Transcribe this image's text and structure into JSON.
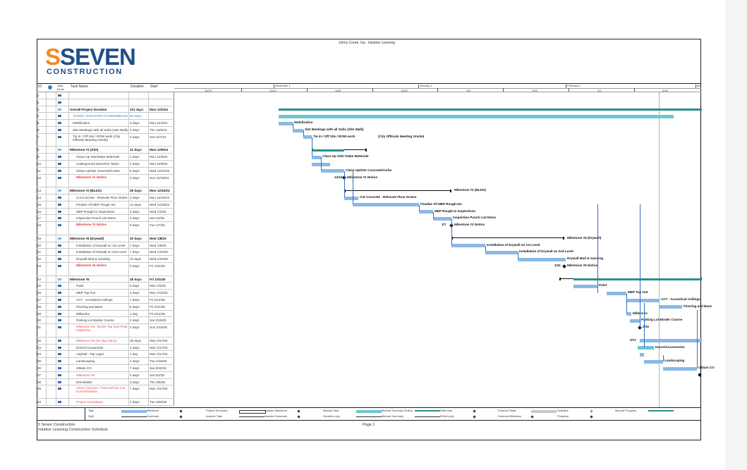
{
  "header": {
    "project_title": "Johns Creek, Ga - Intuitive Learning"
  },
  "logo": {
    "line1": "SEVEN",
    "line2": "CONSTRUCTION",
    "accent": "#f08a24",
    "brand": "#1f4f8a"
  },
  "columns": {
    "id": "ID",
    "indicators": "i",
    "mode": "Task Mode",
    "name": "Task Name",
    "duration": "Duration",
    "start": "Start"
  },
  "timescale": {
    "months": [
      "December 1",
      "January 1",
      "February 1",
      "Ma"
    ],
    "weeks": [
      "11/10",
      "11/24",
      "12/8",
      "12/22",
      "1/5",
      "1/19",
      "2/2",
      "2/16"
    ]
  },
  "tasks": [
    {
      "id": "1",
      "name": "",
      "duration": "",
      "start": "",
      "style": ""
    },
    {
      "id": "2",
      "name": "",
      "duration": "",
      "start": "",
      "style": ""
    },
    {
      "id": "3",
      "name": "Overall Project Duration",
      "duration": "101 days",
      "start": "Mon 12/2/24",
      "style": "bold"
    },
    {
      "id": "4",
      "name": "CONST. DURATION TO DEMOBILIZE",
      "duration": "90 days",
      "start": "",
      "style": "blue"
    },
    {
      "id": "5",
      "name": "Mobilization",
      "duration": "3 days",
      "start": "Mon 12/2/24",
      "style": "i1"
    },
    {
      "id": "6",
      "name": "Site Meetings with all Subs (Site Walk)",
      "duration": "2 days",
      "start": "Thu 12/5/24",
      "style": "i1"
    },
    {
      "id": "7",
      "name": "Tie In / Off Site / ROW work (City Officials Meeting Onsite)",
      "duration": "2 days",
      "start": "Sat 12/7/24",
      "style": "i1"
    },
    {
      "id": "8",
      "name": "Milestone #1 (Site)",
      "duration": "12 days",
      "start": "Mon 12/9/24",
      "style": "bold"
    },
    {
      "id": "9",
      "name": "Clean Up Site/Stake Materials",
      "duration": "2 days",
      "start": "Mon 12/9/24",
      "style": "i2"
    },
    {
      "id": "10",
      "name": "Underground Detection Tanks",
      "duration": "4 days",
      "start": "Mon 12/9/24",
      "style": "i2"
    },
    {
      "id": "11",
      "name": "Clean Up/Site Concrete/Curbs",
      "duration": "5 days",
      "start": "Wed 12/11/24",
      "style": "i2"
    },
    {
      "id": "12",
      "name": "Milestone #1 Notice",
      "duration": "0 days",
      "start": "Sun 12/15/24",
      "style": "red"
    },
    {
      "id": "13",
      "name": "Milestone #2 (BLDG)",
      "duration": "28 days",
      "start": "Mon 12/16/24",
      "style": "bold"
    },
    {
      "id": "14",
      "name": "Cut Concrete - Relocate Floor Drains",
      "duration": "3 days",
      "start": "Mon 12/16/24",
      "style": "i2"
    },
    {
      "id": "15",
      "name": "Finalize All MEP Rough-Ins",
      "duration": "14 days",
      "start": "Wed 12/18/24",
      "style": "i2"
    },
    {
      "id": "16",
      "name": "MEP Rough-In Inspections",
      "duration": "3 days",
      "start": "Wed 1/1/25",
      "style": "i2"
    },
    {
      "id": "17",
      "name": "Inspection Punch List Items",
      "duration": "4 days",
      "start": "Sat 1/4/25",
      "style": "i2"
    },
    {
      "id": "18",
      "name": "Milestone #2 Notice",
      "duration": "0 days",
      "start": "Tue 1/7/25",
      "style": "red"
    },
    {
      "id": "19",
      "name": "Milestone #6 (Drywall)",
      "duration": "20 days",
      "start": "Wed 1/8/25",
      "style": "bold"
    },
    {
      "id": "20",
      "name": "Installation of Drywall on 1st Level",
      "duration": "7 days",
      "start": "Wed 1/8/25",
      "style": "i2"
    },
    {
      "id": "21",
      "name": "Installation of Drywall on 2nd Level",
      "duration": "7 days",
      "start": "Wed 1/15/25",
      "style": "i2"
    },
    {
      "id": "22",
      "name": "Drywall Mud & Sanding",
      "duration": "10 days",
      "start": "Wed 1/22/25",
      "style": "i2"
    },
    {
      "id": "23",
      "name": "Milestone #6 Notice",
      "duration": "0 days",
      "start": "Fri 1/31/25",
      "style": "red"
    },
    {
      "id": "24",
      "name": "Milestone #5",
      "duration": "28 days",
      "start": "Fri 1/31/25",
      "style": "bold"
    },
    {
      "id": "25",
      "name": "Paint",
      "duration": "5 days",
      "start": "Mon 2/3/25",
      "style": "i2"
    },
    {
      "id": "26",
      "name": "MEP Top Out",
      "duration": "4 days",
      "start": "Mon 2/10/25",
      "style": "i2"
    },
    {
      "id": "27",
      "name": "ACT - Acoustical Ceilings",
      "duration": "7 days",
      "start": "Fri 2/14/25",
      "style": "i2"
    },
    {
      "id": "28",
      "name": "Flooring and Base",
      "duration": "5 days",
      "start": "Fri 2/21/25",
      "style": "i2"
    },
    {
      "id": "29",
      "name": "Millworks",
      "duration": "1 day",
      "start": "Fri 2/14/25",
      "style": "i2"
    },
    {
      "id": "30",
      "name": "Parking Lot Binder Course",
      "duration": "2 days",
      "start": "Sat 2/15/25",
      "style": "i2"
    },
    {
      "id": "31",
      "name": "Milestone #8 - BLDG Top Out/ Final Inspection",
      "duration": "0 days",
      "start": "Sun 2/16/25",
      "style": "redn"
    },
    {
      "id": "32",
      "name": "Milestone #8 (28 day notice)",
      "duration": "28 days",
      "start": "Mon 2/17/25",
      "style": "redn"
    },
    {
      "id": "33",
      "name": "Doors/Accessories",
      "duration": "4 days",
      "start": "Mon 2/17/25",
      "style": "i2"
    },
    {
      "id": "34",
      "name": "Asphalt - Top Layer",
      "duration": "1 day",
      "start": "Mon 2/17/25",
      "style": "i2"
    },
    {
      "id": "35",
      "name": "Landscaping",
      "duration": "4 days",
      "start": "Tue 2/18/25",
      "style": "i2"
    },
    {
      "id": "36",
      "name": "Obtain CO",
      "duration": "7 days",
      "start": "Sat 2/22/25",
      "style": "i2"
    },
    {
      "id": "37",
      "name": "Milestone #9",
      "duration": "0 days",
      "start": "Sat 3/1/25",
      "style": "redn"
    },
    {
      "id": "38",
      "name": "Demobilize",
      "duration": "3 days",
      "start": "Thu 3/6/25",
      "style": "i2"
    },
    {
      "id": "39",
      "name": "Client Turnover / Fixture/Floor Out Door/Windows",
      "duration": "7 days",
      "start": "Mon 3/17/25",
      "style": "redn"
    },
    {
      "id": "40",
      "name": "Project Completed",
      "duration": "2 days",
      "start": "Tue 3/25/25",
      "style": "redn"
    }
  ],
  "bar_labels": {
    "5": "Mobilization",
    "6": "Site Meetings with all Subs (Site Walk)",
    "7": "Tie In / Off Site / ROW work",
    "7b": "(City Officials Meeting Onsite)",
    "9": "Clean Up Site/ Stake Materials",
    "11": "Clean Up/Site Concrete/Curbs",
    "12": "Milestone #1 Notice",
    "12d": "12/15",
    "13": "Milestone #2 (BLDG)",
    "14": "Cut Concrete - Relocate Floor Drains",
    "15": "Finalize All MEP Rough-Ins",
    "16": "MEP Rough-In Inspections",
    "17": "Inspection Punch List Items",
    "18": "Milestone #2 Notice",
    "18d": "1/7",
    "19": "Milestone #6 (Drywall)",
    "20": "Installation of Drywall on 1st Level",
    "21": "Installation of Drywall on 2nd Level",
    "22": "Drywall Mud & Sanding",
    "23": "Milestone #6 Notice",
    "23d": "1/31",
    "25": "Paint",
    "26": "MEP Top Out",
    "27": "ACT - Acoustical Ceilings",
    "28": "Flooring and Base",
    "29": "Millworks",
    "30": "Parking Lot Binder Course",
    "31d": "2/16",
    "32d": "2/17",
    "33": "Doors/Accessories",
    "35": "Landscaping",
    "36": "Obtain CO"
  },
  "legend": [
    [
      "Task",
      "Split"
    ],
    [
      "Milestone",
      "Summary"
    ],
    [
      "Project Summary",
      "Inactive Task"
    ],
    [
      "Inactive Milestone",
      "Inactive Summary"
    ],
    [
      "Manual Task",
      "Duration-only"
    ],
    [
      "Manual Summary Rollup",
      "Manual Summary"
    ],
    [
      "Start-only",
      "Finish-only"
    ],
    [
      "External Tasks",
      "External Milestone"
    ],
    [
      "Deadline",
      "Progress"
    ],
    [
      "Manual Progress",
      ""
    ]
  ],
  "footer": {
    "company": "5 Seven Construction",
    "schedule": "Intuitive Learning Construction Schedule",
    "page": "Page 1"
  },
  "colors": {
    "task": "#8bb8e8",
    "summary_progress": "#2a8f8f",
    "manual": "#6cc7cf",
    "link": "#2f6fc0",
    "deadline_line": "#8fc88f"
  }
}
